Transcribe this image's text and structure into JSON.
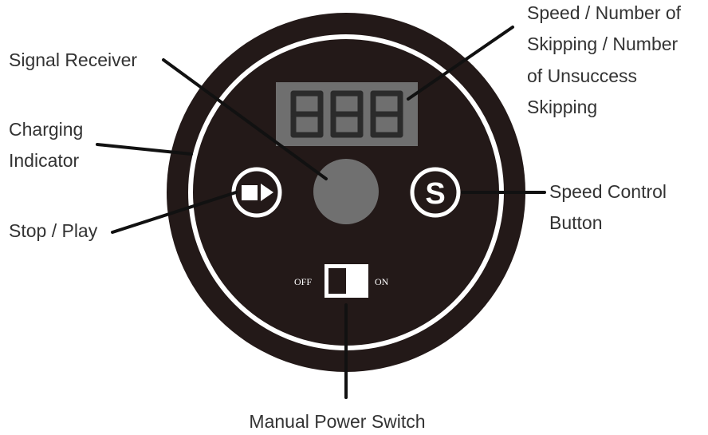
{
  "labels": {
    "display": [
      "Speed / Number of",
      "Skipping / Number",
      "of Unsuccess",
      "Skipping"
    ],
    "signal_receiver": "Signal Receiver",
    "charging_indicator": [
      "Charging",
      "Indicator"
    ],
    "stop_play": "Stop / Play",
    "speed_control": [
      "Speed Control",
      "Button"
    ],
    "power_switch": "Manual Power Switch"
  },
  "switch": {
    "off_label": "OFF",
    "on_label": "ON"
  },
  "speed_button": {
    "glyph": "S"
  },
  "display": {
    "digits": "888"
  },
  "icons": {
    "play": "play-stop-icon",
    "speed": "speed-s-icon"
  },
  "colors": {
    "body": "#231918",
    "ring": "#ffffff",
    "lcd_background": "#6f6f6f",
    "lcd_segment": "#2b2b2b",
    "receiver": "#707070",
    "leader": "#111111",
    "text": "#333333"
  }
}
